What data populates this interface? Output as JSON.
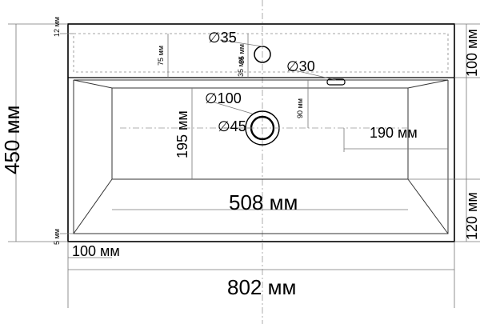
{
  "labels": {
    "height_total": "450 мм",
    "width_total": "802 мм",
    "bowl_width": "508 мм",
    "bowl_height": "195 мм",
    "right_offset": "190 мм",
    "top_band": "100 мм",
    "bottom_band": "120 мм",
    "left_offset": "100 мм",
    "rim_top": "12 мм",
    "rim_bottom": "5 мм",
    "faucet_offset": "75 мм",
    "tap_offset": "35 мм",
    "tap_height": "35 мм",
    "overflow_offset": "90 мм",
    "d_tap": "∅35",
    "d_overflow": "∅30",
    "d_bowl": "∅100",
    "d_drain": "∅45"
  }
}
